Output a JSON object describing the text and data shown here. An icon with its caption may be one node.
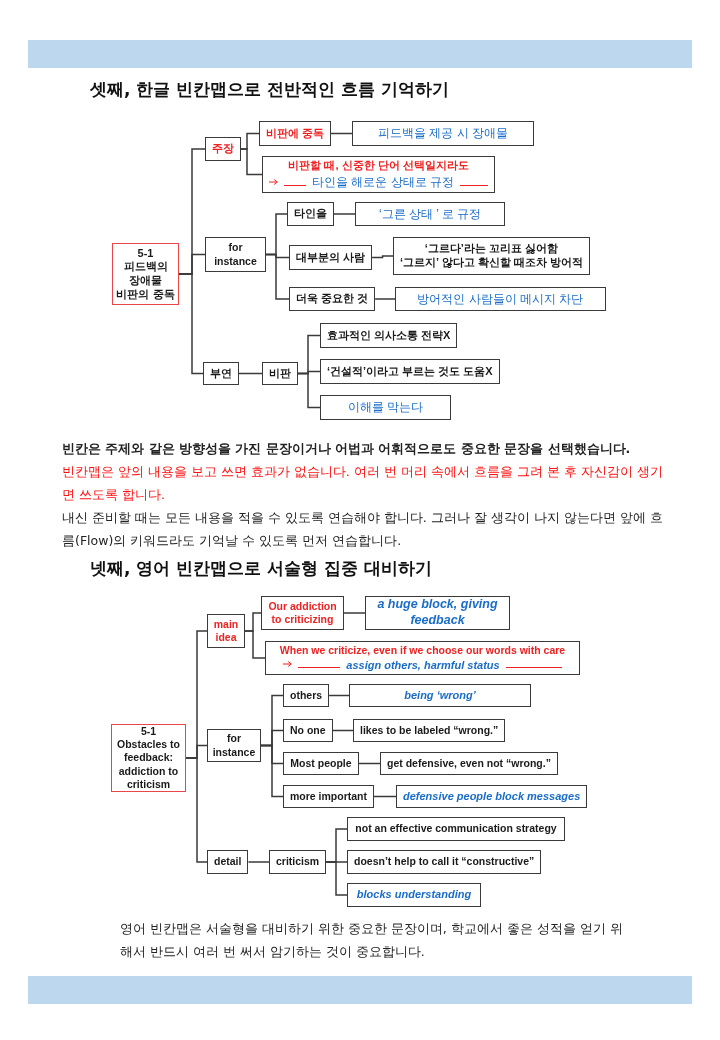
{
  "diagram": {
    "nodes": [
      {
        "text": [
          "5-1 피드백의 장애물 비판의 중독"
        ]
      },
      {
        "text": [
          "주장"
        ]
      },
      {
        "text": [
          "비판에 중독"
        ]
      },
      {
        "text": [
          "피드백을 제공 시 장애물"
        ]
      },
      {
        "text": [
          "비판할 때, 신중한 단어 선택일지라도",
          "타인을 해로운 상태로 규정"
        ]
      },
      {
        "text": [
          "for instance"
        ]
      },
      {
        "text": [
          "타인을"
        ]
      },
      {
        "text": [
          "‘그른 상태 ’ 로 규정"
        ]
      },
      {
        "text": [
          "대부분의 사람"
        ]
      },
      {
        "text": [
          "‘그르다’라는 꼬리표 싫어함",
          "‘그르지’ 않다고 확신할 때조차 방어적"
        ]
      },
      {
        "text": [
          "더욱 중요한 것"
        ]
      },
      {
        "text": [
          "방어적인 사람들이 메시지 차단"
        ]
      },
      {
        "text": [
          "부연"
        ]
      },
      {
        "text": [
          "비판"
        ]
      },
      {
        "text": [
          "효과적인 의사소통 전략X"
        ]
      },
      {
        "text": [
          "‘건설적’이라고 부르는 것도 도움X"
        ]
      },
      {
        "text": [
          "이해를 막는다"
        ]
      },
      {
        "text": [
          "5-1 Obstacles to feedback: addiction to criticism"
        ]
      },
      {
        "text": [
          "main idea"
        ]
      },
      {
        "text": [
          "Our addiction to criticizing"
        ]
      },
      {
        "text": [
          "a huge block, giving feedback"
        ]
      },
      {
        "text": [
          "When we criticize, even if we choose our words with care",
          "assign others, harmful status"
        ]
      },
      {
        "text": [
          "for instance"
        ]
      },
      {
        "text": [
          "others"
        ]
      },
      {
        "text": [
          "being ‘wrong’"
        ]
      },
      {
        "text": [
          "No one"
        ]
      },
      {
        "text": [
          "likes to be labeled “wrong.”"
        ]
      },
      {
        "text": [
          "Most people"
        ]
      },
      {
        "text": [
          "get defensive, even not “wrong.”"
        ]
      },
      {
        "text": [
          "more important"
        ]
      },
      {
        "text": [
          "defensive people block messages"
        ]
      },
      {
        "text": [
          "detail"
        ]
      },
      {
        "text": [
          "criticism"
        ]
      },
      {
        "text": [
          "not an effective communication strategy"
        ]
      },
      {
        "text": [
          "doesn’t help to call it “constructive”"
        ]
      },
      {
        "text": [
          "blocks understanding"
        ]
      }
    ],
    "edges": [
      {
        "from": 0,
        "to": 1,
        "arrow": "none"
      },
      {
        "from": 0,
        "to": 5,
        "arrow": "none"
      },
      {
        "from": 0,
        "to": 12,
        "arrow": "none"
      },
      {
        "from": 1,
        "to": 2,
        "arrow": "none"
      },
      {
        "from": 1,
        "to": 4,
        "arrow": "none"
      },
      {
        "from": 2,
        "to": 3,
        "arrow": "none"
      },
      {
        "from": 5,
        "to": 6,
        "arrow": "none"
      },
      {
        "from": 5,
        "to": 8,
        "arrow": "none"
      },
      {
        "from": 5,
        "to": 10,
        "arrow": "none"
      },
      {
        "from": 6,
        "to": 7,
        "arrow": "none"
      },
      {
        "from": 8,
        "to": 9,
        "arrow": "none"
      },
      {
        "from": 10,
        "to": 11,
        "arrow": "none"
      },
      {
        "from": 12,
        "to": 13,
        "arrow": "none"
      },
      {
        "from": 13,
        "to": 14,
        "arrow": "none"
      },
      {
        "from": 13,
        "to": 15,
        "arrow": "none"
      },
      {
        "from": 13,
        "to": 16,
        "arrow": "none"
      },
      {
        "from": 17,
        "to": 18,
        "arrow": "none"
      },
      {
        "from": 17,
        "to": 22,
        "arrow": "none"
      },
      {
        "from": 17,
        "to": 31,
        "arrow": "none"
      },
      {
        "from": 18,
        "to": 19,
        "arrow": "none"
      },
      {
        "from": 18,
        "to": 21,
        "arrow": "none"
      },
      {
        "from": 19,
        "to": 20,
        "arrow": "none"
      },
      {
        "from": 22,
        "to": 23,
        "arrow": "none"
      },
      {
        "from": 22,
        "to": 25,
        "arrow": "none"
      },
      {
        "from": 22,
        "to": 27,
        "arrow": "none"
      },
      {
        "from": 22,
        "to": 29,
        "arrow": "none"
      },
      {
        "from": 23,
        "to": 24,
        "arrow": "none"
      },
      {
        "from": 25,
        "to": 26,
        "arrow": "none"
      },
      {
        "from": 27,
        "to": 28,
        "arrow": "none"
      },
      {
        "from": 29,
        "to": 30,
        "arrow": "none"
      },
      {
        "from": 31,
        "to": 32,
        "arrow": "none"
      },
      {
        "from": 32,
        "to": 33,
        "arrow": "none"
      },
      {
        "from": 32,
        "to": 34,
        "arrow": "none"
      },
      {
        "from": 32,
        "to": 35,
        "arrow": "none"
      }
    ],
    "labels": [
      "셋째, 한글 빈칸맵으로 전반적인 흐름 기억하기",
      "빈칸은 주제와 같은 방향성을 가진 문장이거나 어법과 어휘적으로도 중요한 문장을 선택했습니다.",
      "빈칸맵은 앞의 내용을 보고 쓰면 효과가 없습니다. 여러 번 머리 속에서 흐름을 그려 본 후 자신감이 생기면 쓰도록 합니다.",
      "내신 준비할 때는 모든 내용을 적을 수 있도록 연습해야 합니다. 그러나 잘 생각이 나지 않는다면 앞에 흐름(Flow)의 키워드라도 기억날 수 있도록 먼저 연습합니다.",
      "넷째, 영어 빈칸맵으로 서술형 집중 대비하기",
      "영어 빈칸맵은 서술형을 대비하기 위한 중요한 문장이며, 학교에서 좋은 성적을 얻기 위해서 반드시 여러 번 써서 암기하는 것이 중요합니다."
    ]
  }
}
